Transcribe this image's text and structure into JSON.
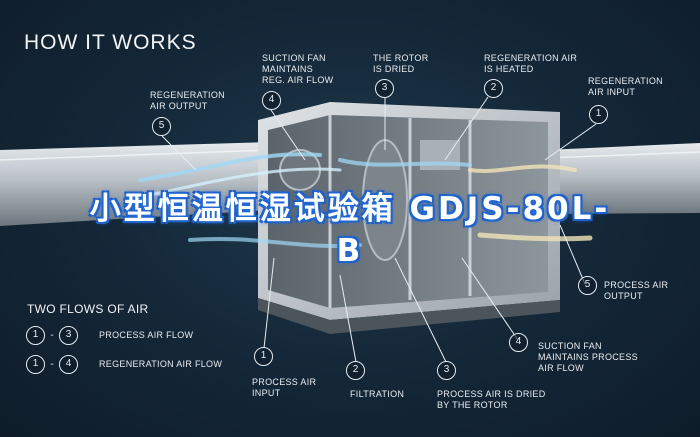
{
  "heading": "HOW IT WORKS",
  "overlay_title": "小型恒温恒湿试验箱  GDJS-80L-B",
  "callouts": {
    "regen_output": {
      "num": "5",
      "text": "REGENERATION\nAIR OUTPUT"
    },
    "suction_regen": {
      "num": "4",
      "text": "SUCTION FAN\nMAINTAINS\nREG. AIR FLOW"
    },
    "rotor_dried": {
      "num": "3",
      "text": "THE ROTOR\nIS DRIED"
    },
    "regen_heated": {
      "num": "2",
      "text": "REGENERATION AIR\nIS HEATED"
    },
    "regen_input": {
      "num": "1",
      "text": "REGENERATION\nAIR INPUT"
    },
    "process_output": {
      "num": "5",
      "text": "PROCESS AIR\nOUTPUT"
    },
    "suction_process": {
      "num": "4",
      "text": "SUCTION FAN\nMAINTAINS PROCESS\nAIR FLOW"
    },
    "process_input": {
      "num": "1",
      "text": "PROCESS AIR\nINPUT"
    },
    "filtration": {
      "num": "2",
      "text": "FILTRATION"
    },
    "process_dried": {
      "num": "3",
      "text": "PROCESS AIR IS DRIED\nBY THE ROTOR"
    }
  },
  "legend": {
    "title": "TWO FLOWS OF AIR",
    "rows": [
      {
        "from": "1",
        "sep": "-",
        "to": "3",
        "text": "PROCESS AIR FLOW"
      },
      {
        "from": "1",
        "sep": "-",
        "to": "4",
        "text": "REGENERATION AIR FLOW"
      }
    ]
  }
}
